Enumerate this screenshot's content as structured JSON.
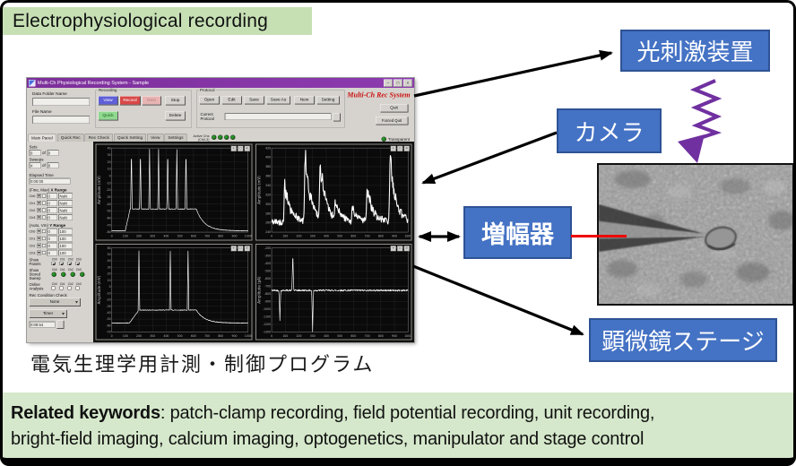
{
  "slide": {
    "title": "Electrophysiological recording",
    "caption": "電気生理学用計測・制御プログラム",
    "keywords": {
      "label": "Related keywords",
      "line1": ": patch-clamp recording, field potential recording, unit recording,",
      "line2": "bright-field imaging, calcium imaging, optogenetics, manipulator and stage control"
    },
    "colors": {
      "banner_green": "#c6e0b4",
      "keywords_green": "#d5e8cb",
      "device_blue": "#4472c4",
      "device_border": "#2e5395",
      "titlebar_purple": "#7c2f9a",
      "brand_red": "#cc1111",
      "zigzag_purple": "#7030a0",
      "probe_red": "#ee0000",
      "arrow_black": "#000000"
    }
  },
  "devices": {
    "light_stimulator": "光刺激装置",
    "camera": "カメラ",
    "amplifier": "増幅器",
    "microscope_stage": "顕微鏡ステージ"
  },
  "app": {
    "window_title": "Multi-Ch Physiological Recording System - Sample",
    "window_controls": {
      "minimize": "–",
      "maximize": "□",
      "close": "×"
    },
    "brand": "Multi-Ch Rec System",
    "quit": "Quit",
    "forced_quit": "Forced Quit",
    "transparent": "Transparent",
    "fields": {
      "data_folder_label": "Data Folder Name",
      "data_folder_value": "",
      "file_name_label": "File Name",
      "file_name_value": ""
    },
    "recording": {
      "legend": "Recording",
      "view": "View",
      "record": "Record",
      "next": "Next",
      "stop": "Stop",
      "quick": "Quick",
      "del": "Delete"
    },
    "protocol": {
      "legend": "Protocol",
      "open": "Open",
      "edit": "Edit",
      "save": "Save",
      "save_as": "Save As",
      "new_btn": "New",
      "setting": "Setting",
      "current_label": "Current Protocol",
      "current_value": ""
    },
    "tabs": [
      "Main Panel",
      "Quick Rec",
      "Rec Check",
      "Quick Setting",
      "View",
      "Settings"
    ],
    "active_chs": "Active Chs",
    "active_chs_sub": "(Ch0-3)",
    "graph_tools": [
      {
        "name": "cursor",
        "glyph": "+"
      },
      {
        "name": "zoom",
        "glyph": "□"
      },
      {
        "name": "pan",
        "glyph": "≡"
      }
    ],
    "sidebar": {
      "sets_label": "Sets",
      "sets_value": "0",
      "of": "of",
      "sets_total": "0",
      "sweeps_label": "Sweeps",
      "sweeps_value": "#",
      "sweeps_total": "0",
      "elapsed_label": "Elapsed Time",
      "elapsed_value": "0:00:00",
      "xrange_label": "(Fine, Max)",
      "xrange_title": "X Range",
      "yrange_label": "(Auto, Vm)",
      "yrange_title": "Y Range",
      "channels": [
        "Ch0",
        "Ch1",
        "Ch2",
        "Ch3"
      ],
      "x_from": "0",
      "x_to": "NaN",
      "y_from": "0",
      "y_to": "100",
      "show_panels": "Show Panels",
      "show_stored": "Show Stored Sweep",
      "online_analysis": "Online Analysis",
      "rec_cond_label": "Rec Condition Check",
      "rec_cond_value": "None",
      "timer_label": "Timer",
      "timer_value": "0:09:54"
    }
  },
  "chart_data": [
    {
      "position": "top-left",
      "type": "line",
      "ylabel": "Amplitude (mV)",
      "xlim": [
        0,
        1000
      ],
      "xtick": 100,
      "ylim": [
        -80,
        40
      ],
      "ytick": 10,
      "grid": true,
      "thick": false,
      "waveform": {
        "kind": "spike_train",
        "baseline": -78,
        "step_start": 100,
        "step_end": 620,
        "plateau": -47,
        "rise_len": 35,
        "fall_tau": 60,
        "spike_peak": 38,
        "spike_times": [
          145,
          211,
          278,
          344,
          411,
          478,
          545
        ],
        "noise": 0.4
      },
      "description": "current-clamp membrane potential with action potential train"
    },
    {
      "position": "top-right",
      "type": "line",
      "ylabel": "Amplitude (mV)",
      "xlim": [
        0,
        1000
      ],
      "xtick": 100,
      "ylim": [
        240,
        420
      ],
      "ytick": 20,
      "grid": true,
      "thick": true,
      "waveform": {
        "kind": "noisy_peaks",
        "baseline": 262,
        "noise": 7,
        "decay": 40,
        "peaks": [
          {
            "x": 95,
            "y": 345
          },
          {
            "x": 245,
            "y": 408
          },
          {
            "x": 355,
            "y": 385
          },
          {
            "x": 465,
            "y": 298
          },
          {
            "x": 590,
            "y": 288
          },
          {
            "x": 700,
            "y": 332
          },
          {
            "x": 868,
            "y": 395
          }
        ]
      },
      "description": "noisy recording trace with transient peaks"
    },
    {
      "position": "bottom-left",
      "type": "line",
      "ylabel": "Amplitude (mV)",
      "xlim": [
        0,
        1000
      ],
      "xtick": 100,
      "ylim": [
        -70,
        60
      ],
      "ytick": 10,
      "grid": true,
      "thick": false,
      "waveform": {
        "kind": "spike_train",
        "baseline": -56,
        "step_start": 130,
        "step_end": 620,
        "plateau": -36,
        "rise_len": 70,
        "fall_tau": 60,
        "spike_peak": 55,
        "spike_times": [
          200,
          430,
          560
        ],
        "noise": 0.5
      },
      "description": "membrane potential with sparse spikes on depolarizing step"
    },
    {
      "position": "bottom-right",
      "type": "line",
      "ylabel": "Amplitude (pA)",
      "xlim": [
        0,
        1000
      ],
      "xtick": 100,
      "ylim": [
        -1300,
        -200
      ],
      "ytick": 100,
      "grid": true,
      "thick": false,
      "waveform": {
        "kind": "noisy_steps",
        "baseline": -755,
        "noise": 11,
        "event_width": 16,
        "events": [
          {
            "x": 60,
            "y": -1150
          },
          {
            "x": 155,
            "y": -255
          },
          {
            "x": 300,
            "y": -1295
          }
        ]
      },
      "description": "voltage-clamp current trace with transients"
    }
  ]
}
